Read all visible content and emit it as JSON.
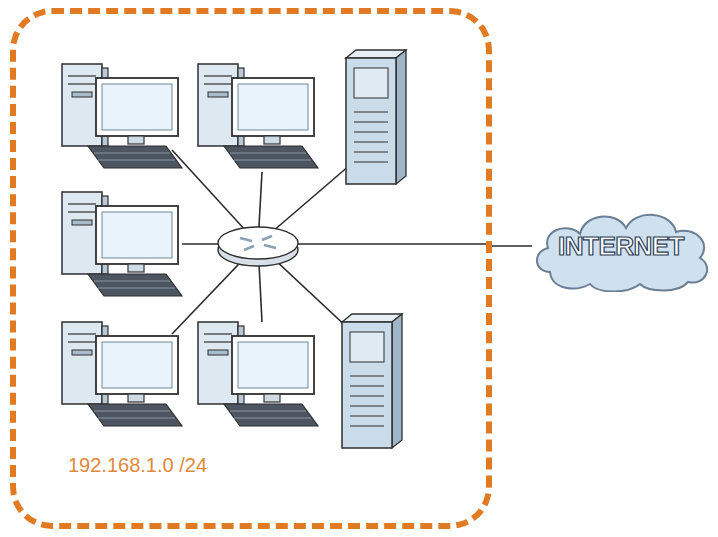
{
  "diagram": {
    "nodes": [
      {
        "text": [
          "192.168.1.0 /24"
        ]
      },
      {
        "text": [
          "INTERNET"
        ]
      }
    ],
    "edges": [
      {
        "from": 0,
        "to": 1,
        "arrow": "none"
      }
    ]
  }
}
